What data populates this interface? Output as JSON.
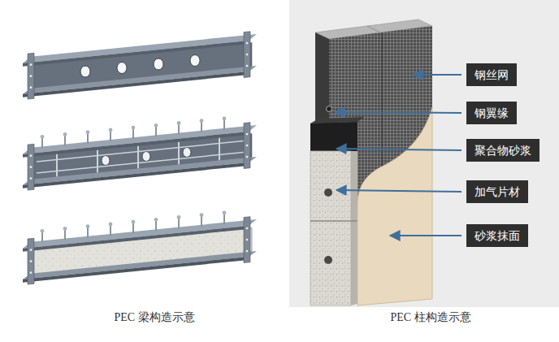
{
  "diagram": {
    "nodes": [
      {
        "text": [
          "钢丝网"
        ]
      },
      {
        "text": [
          "钢翼缘"
        ]
      },
      {
        "text": [
          "聚合物砂浆"
        ]
      },
      {
        "text": [
          "加气片材"
        ]
      },
      {
        "text": [
          "砂浆抹面"
        ]
      }
    ],
    "labels": [
      "PEC 梁构造示意",
      "PEC 柱构造示意"
    ]
  }
}
